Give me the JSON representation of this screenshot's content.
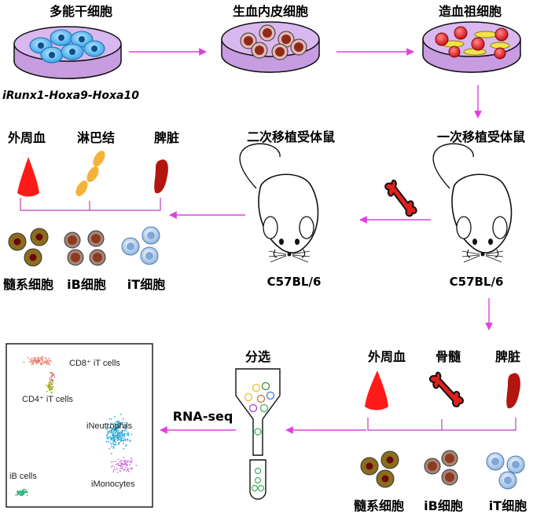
{
  "stages": {
    "s1": "多能干细胞",
    "s2": "生血内皮细胞",
    "s3": "造血祖细胞",
    "construct": "iRunx1-Hoxa9-Hoxa10"
  },
  "recipients": {
    "primary": "一次移植受体鼠",
    "secondary": "二次移植受体鼠",
    "strain_primary": "C57BL/6",
    "strain_secondary": "C57BL/6"
  },
  "tissues_top": {
    "blood": "外周血",
    "lymph": "淋巴结",
    "spleen": "脾脏"
  },
  "tissues_bottom": {
    "blood": "外周血",
    "marrow": "骨髓",
    "spleen": "脾脏"
  },
  "cells_top": {
    "myeloid": "髓系细胞",
    "ib": "iB细胞",
    "it": "iT细胞"
  },
  "cells_bottom": {
    "myeloid": "髓系细胞",
    "ib": "iB细胞",
    "it": "iT细胞"
  },
  "process": {
    "sort": "分选",
    "rnaseq": "RNA-seq"
  },
  "umap": {
    "cd8": "CD8⁺ iT cells",
    "cd4": "CD4⁺ iT cells",
    "neut": "iNeutrophils",
    "mono": "iMonocytes",
    "ib": "iB cells"
  },
  "colors": {
    "arrow": "#e040e0",
    "dish": "#c79ce0",
    "blood_red": "#ff1a1a",
    "spleen": "#b3160f",
    "lymph": "#f5b23a",
    "myeloid": "#8b6d1d",
    "b_cell": "#8e3a1e",
    "t_cell": "#7fa7d8"
  }
}
